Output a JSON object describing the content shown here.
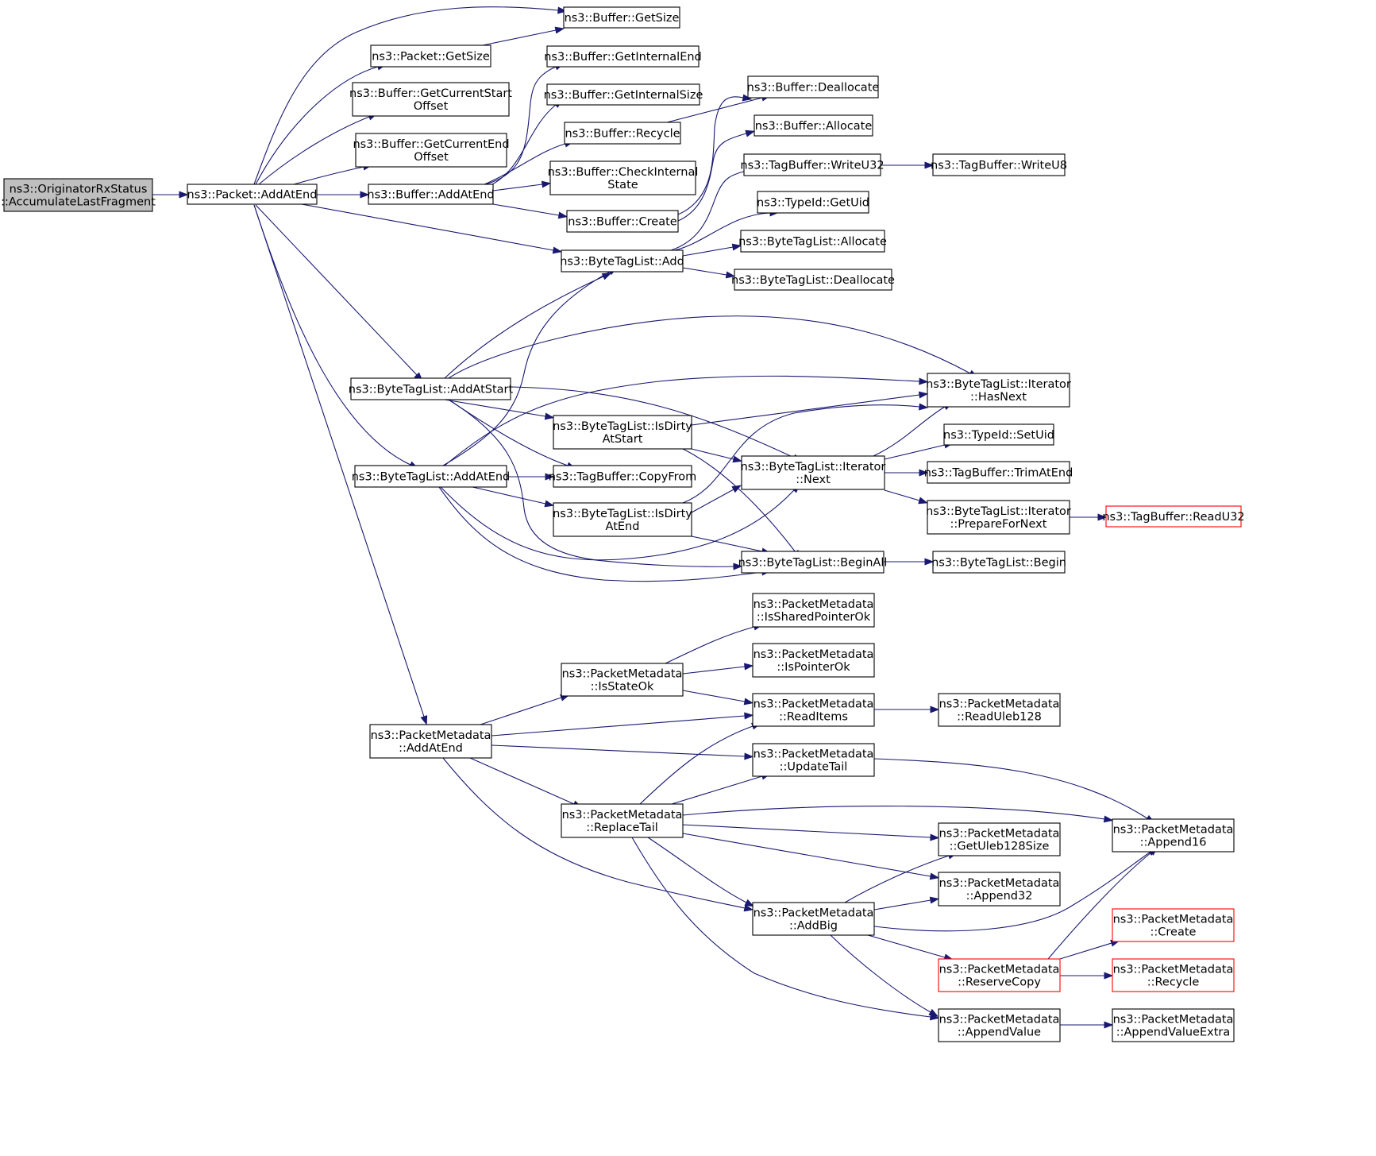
{
  "graph": {
    "colors": {
      "edge": "#191970",
      "node_border": "#000000",
      "root_fill": "#bfbfbf",
      "truncated_border": "#ff0000",
      "background": "#ffffff"
    },
    "nodes": [
      {
        "id": "root",
        "lines": [
          "ns3::OriginatorRxStatus",
          "::AccumulateLastFragment"
        ],
        "style": "root"
      },
      {
        "id": "pkt_addatend",
        "lines": [
          "ns3::Packet::AddAtEnd"
        ]
      },
      {
        "id": "buf_getsize",
        "lines": [
          "ns3::Buffer::GetSize"
        ]
      },
      {
        "id": "pkt_getsize",
        "lines": [
          "ns3::Packet::GetSize"
        ]
      },
      {
        "id": "buf_getcurstart",
        "lines": [
          "ns3::Buffer::GetCurrentStart",
          "Offset"
        ]
      },
      {
        "id": "buf_getcurend",
        "lines": [
          "ns3::Buffer::GetCurrentEnd",
          "Offset"
        ]
      },
      {
        "id": "buf_addatend",
        "lines": [
          "ns3::Buffer::AddAtEnd"
        ]
      },
      {
        "id": "buf_getintend",
        "lines": [
          "ns3::Buffer::GetInternalEnd"
        ]
      },
      {
        "id": "buf_getintsize",
        "lines": [
          "ns3::Buffer::GetInternalSize"
        ]
      },
      {
        "id": "buf_recycle",
        "lines": [
          "ns3::Buffer::Recycle"
        ]
      },
      {
        "id": "buf_checkint",
        "lines": [
          "ns3::Buffer::CheckInternal",
          "State"
        ]
      },
      {
        "id": "buf_create",
        "lines": [
          "ns3::Buffer::Create"
        ]
      },
      {
        "id": "buf_dealloc",
        "lines": [
          "ns3::Buffer::Deallocate"
        ]
      },
      {
        "id": "buf_alloc",
        "lines": [
          "ns3::Buffer::Allocate"
        ]
      },
      {
        "id": "tb_writeu32",
        "lines": [
          "ns3::TagBuffer::WriteU32"
        ]
      },
      {
        "id": "tb_writeu8",
        "lines": [
          "ns3::TagBuffer::WriteU8"
        ]
      },
      {
        "id": "typeid_getuid",
        "lines": [
          "ns3::TypeId::GetUid"
        ]
      },
      {
        "id": "btl_add",
        "lines": [
          "ns3::ByteTagList::Add"
        ]
      },
      {
        "id": "btl_alloc",
        "lines": [
          "ns3::ByteTagList::Allocate"
        ]
      },
      {
        "id": "btl_dealloc",
        "lines": [
          "ns3::ByteTagList::Deallocate"
        ]
      },
      {
        "id": "btl_addatstart",
        "lines": [
          "ns3::ByteTagList::AddAtStart"
        ]
      },
      {
        "id": "btl_it_hasnext",
        "lines": [
          "ns3::ByteTagList::Iterator",
          "::HasNext"
        ]
      },
      {
        "id": "btl_isdirtystart",
        "lines": [
          "ns3::ByteTagList::IsDirty",
          "AtStart"
        ]
      },
      {
        "id": "typeid_setuid",
        "lines": [
          "ns3::TypeId::SetUid"
        ]
      },
      {
        "id": "btl_it_next",
        "lines": [
          "ns3::ByteTagList::Iterator",
          "::Next"
        ]
      },
      {
        "id": "btl_addatend",
        "lines": [
          "ns3::ByteTagList::AddAtEnd"
        ]
      },
      {
        "id": "tb_copyfrom",
        "lines": [
          "ns3::TagBuffer::CopyFrom"
        ]
      },
      {
        "id": "tb_trimatend",
        "lines": [
          "ns3::TagBuffer::TrimAtEnd"
        ]
      },
      {
        "id": "btl_isdirtyend",
        "lines": [
          "ns3::ByteTagList::IsDirty",
          "AtEnd"
        ]
      },
      {
        "id": "btl_it_prep",
        "lines": [
          "ns3::ByteTagList::Iterator",
          "::PrepareForNext"
        ]
      },
      {
        "id": "tb_readu32",
        "lines": [
          "ns3::TagBuffer::ReadU32"
        ],
        "style": "trunc"
      },
      {
        "id": "btl_beginall",
        "lines": [
          "ns3::ByteTagList::BeginAll"
        ]
      },
      {
        "id": "btl_begin",
        "lines": [
          "ns3::ByteTagList::Begin"
        ]
      },
      {
        "id": "pm_issharedptr",
        "lines": [
          "ns3::PacketMetadata",
          "::IsSharedPointerOk"
        ]
      },
      {
        "id": "pm_isptrok",
        "lines": [
          "ns3::PacketMetadata",
          "::IsPointerOk"
        ]
      },
      {
        "id": "pm_isstateok",
        "lines": [
          "ns3::PacketMetadata",
          "::IsStateOk"
        ]
      },
      {
        "id": "pm_readitems",
        "lines": [
          "ns3::PacketMetadata",
          "::ReadItems"
        ]
      },
      {
        "id": "pm_readuleb",
        "lines": [
          "ns3::PacketMetadata",
          "::ReadUleb128"
        ]
      },
      {
        "id": "pm_addatend",
        "lines": [
          "ns3::PacketMetadata",
          "::AddAtEnd"
        ]
      },
      {
        "id": "pm_updatetail",
        "lines": [
          "ns3::PacketMetadata",
          "::UpdateTail"
        ]
      },
      {
        "id": "pm_replacetail",
        "lines": [
          "ns3::PacketMetadata",
          "::ReplaceTail"
        ]
      },
      {
        "id": "pm_append16",
        "lines": [
          "ns3::PacketMetadata",
          "::Append16"
        ]
      },
      {
        "id": "pm_getulebsize",
        "lines": [
          "ns3::PacketMetadata",
          "::GetUleb128Size"
        ]
      },
      {
        "id": "pm_append32",
        "lines": [
          "ns3::PacketMetadata",
          "::Append32"
        ]
      },
      {
        "id": "pm_addbig",
        "lines": [
          "ns3::PacketMetadata",
          "::AddBig"
        ]
      },
      {
        "id": "pm_create",
        "lines": [
          "ns3::PacketMetadata",
          "::Create"
        ],
        "style": "trunc"
      },
      {
        "id": "pm_reservecopy",
        "lines": [
          "ns3::PacketMetadata",
          "::ReserveCopy"
        ],
        "style": "trunc"
      },
      {
        "id": "pm_recycle",
        "lines": [
          "ns3::PacketMetadata",
          "::Recycle"
        ],
        "style": "trunc"
      },
      {
        "id": "pm_appendvalue",
        "lines": [
          "ns3::PacketMetadata",
          "::AppendValue"
        ]
      },
      {
        "id": "pm_appendvalueextra",
        "lines": [
          "ns3::PacketMetadata",
          "::AppendValueExtra"
        ]
      }
    ],
    "edges": [
      [
        "root",
        "pkt_addatend"
      ],
      [
        "pkt_addatend",
        "buf_getsize"
      ],
      [
        "pkt_addatend",
        "pkt_getsize"
      ],
      [
        "pkt_addatend",
        "buf_getcurstart"
      ],
      [
        "pkt_addatend",
        "buf_getcurend"
      ],
      [
        "pkt_addatend",
        "buf_addatend"
      ],
      [
        "pkt_addatend",
        "btl_add"
      ],
      [
        "pkt_addatend",
        "btl_addatstart"
      ],
      [
        "pkt_addatend",
        "btl_addatend"
      ],
      [
        "pkt_addatend",
        "pm_addatend"
      ],
      [
        "pkt_getsize",
        "buf_getsize"
      ],
      [
        "buf_addatend",
        "buf_getintend"
      ],
      [
        "buf_addatend",
        "buf_getintsize"
      ],
      [
        "buf_addatend",
        "buf_recycle"
      ],
      [
        "buf_addatend",
        "buf_checkint"
      ],
      [
        "buf_addatend",
        "buf_create"
      ],
      [
        "buf_recycle",
        "buf_dealloc"
      ],
      [
        "buf_create",
        "buf_dealloc"
      ],
      [
        "buf_create",
        "buf_alloc"
      ],
      [
        "tb_writeu32",
        "tb_writeu8"
      ],
      [
        "btl_add",
        "tb_writeu32"
      ],
      [
        "btl_add",
        "typeid_getuid"
      ],
      [
        "btl_add",
        "btl_alloc"
      ],
      [
        "btl_add",
        "btl_dealloc"
      ],
      [
        "btl_addatstart",
        "btl_add"
      ],
      [
        "btl_addatstart",
        "btl_it_hasnext"
      ],
      [
        "btl_addatstart",
        "btl_isdirtystart"
      ],
      [
        "btl_addatstart",
        "btl_it_next"
      ],
      [
        "btl_addatstart",
        "tb_copyfrom"
      ],
      [
        "btl_addatstart",
        "btl_beginall"
      ],
      [
        "btl_addatend",
        "btl_add"
      ],
      [
        "btl_addatend",
        "btl_it_hasnext"
      ],
      [
        "btl_addatend",
        "tb_copyfrom"
      ],
      [
        "btl_addatend",
        "btl_isdirtyend"
      ],
      [
        "btl_addatend",
        "btl_it_next"
      ],
      [
        "btl_addatend",
        "btl_beginall"
      ],
      [
        "btl_isdirtystart",
        "btl_it_hasnext"
      ],
      [
        "btl_isdirtystart",
        "btl_it_next"
      ],
      [
        "btl_isdirtystart",
        "btl_beginall"
      ],
      [
        "btl_isdirtyend",
        "btl_it_hasnext"
      ],
      [
        "btl_isdirtyend",
        "btl_it_next"
      ],
      [
        "btl_isdirtyend",
        "btl_beginall"
      ],
      [
        "btl_it_next",
        "btl_it_hasnext"
      ],
      [
        "btl_it_next",
        "typeid_setuid"
      ],
      [
        "btl_it_next",
        "tb_trimatend"
      ],
      [
        "btl_it_next",
        "btl_it_prep"
      ],
      [
        "btl_it_prep",
        "tb_readu32"
      ],
      [
        "btl_beginall",
        "btl_begin"
      ],
      [
        "pm_addatend",
        "pm_isstateok"
      ],
      [
        "pm_addatend",
        "pm_readitems"
      ],
      [
        "pm_addatend",
        "pm_updatetail"
      ],
      [
        "pm_addatend",
        "pm_replacetail"
      ],
      [
        "pm_addatend",
        "pm_addbig"
      ],
      [
        "pm_isstateok",
        "pm_issharedptr"
      ],
      [
        "pm_isstateok",
        "pm_isptrok"
      ],
      [
        "pm_isstateok",
        "pm_readitems"
      ],
      [
        "pm_readitems",
        "pm_readuleb"
      ],
      [
        "pm_updatetail",
        "pm_append16"
      ],
      [
        "pm_replacetail",
        "pm_readitems"
      ],
      [
        "pm_replacetail",
        "pm_updatetail"
      ],
      [
        "pm_replacetail",
        "pm_append16"
      ],
      [
        "pm_replacetail",
        "pm_getulebsize"
      ],
      [
        "pm_replacetail",
        "pm_append32"
      ],
      [
        "pm_replacetail",
        "pm_addbig"
      ],
      [
        "pm_replacetail",
        "pm_appendvalue"
      ],
      [
        "pm_addbig",
        "pm_getulebsize"
      ],
      [
        "pm_addbig",
        "pm_append32"
      ],
      [
        "pm_addbig",
        "pm_append16"
      ],
      [
        "pm_addbig",
        "pm_reservecopy"
      ],
      [
        "pm_addbig",
        "pm_appendvalue"
      ],
      [
        "pm_reservecopy",
        "pm_append16"
      ],
      [
        "pm_reservecopy",
        "pm_create"
      ],
      [
        "pm_reservecopy",
        "pm_recycle"
      ],
      [
        "pm_appendvalue",
        "pm_appendvalueextra"
      ]
    ]
  }
}
